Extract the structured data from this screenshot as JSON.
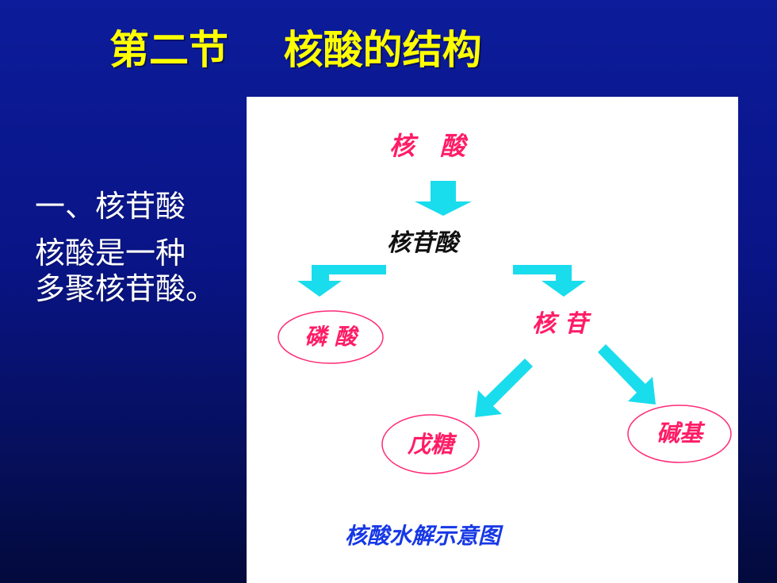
{
  "slide": {
    "title": "第二节    核酸的结构",
    "left_lines": [
      "一、核苷酸",
      "核酸是一种",
      "多聚核苷酸。"
    ]
  },
  "diagram": {
    "nodes": {
      "nucleic_acid": "核　酸",
      "nucleotide": "核苷酸",
      "phosphate": "磷 酸",
      "nucleoside": "核 苷",
      "pentose": "戊糖",
      "base": "碱基"
    },
    "caption": "核酸水解示意图"
  },
  "colors": {
    "background_top": "#0c1c9a",
    "background_bottom": "#030a3c",
    "title": "#ffff00",
    "text": "#ffffff",
    "diagram_red": "#ff1c66",
    "arrow": "#19dced",
    "caption": "#1638e6"
  }
}
